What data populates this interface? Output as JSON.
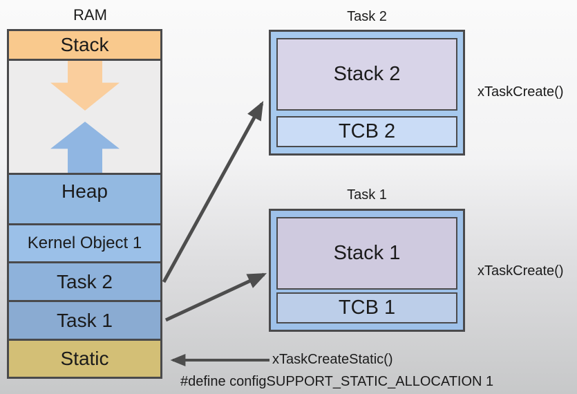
{
  "ram": {
    "title": "RAM",
    "sections": {
      "stack": {
        "label": "Stack",
        "color": "#f9c98d"
      },
      "free": {
        "color": "#edecec"
      },
      "heap": {
        "label": "Heap",
        "color": "#93b9e1"
      },
      "kernel_object_1": {
        "label": "Kernel Object 1",
        "color": "#9bc0e8"
      },
      "task_2": {
        "label": "Task 2",
        "color": "#8eb2db"
      },
      "task_1": {
        "label": "Task 1",
        "color": "#8aabd2"
      },
      "static": {
        "label": "Static",
        "color": "#d3bf76"
      }
    },
    "growth_arrows": {
      "stack_down_color": "#face9d",
      "heap_up_color": "#90b6e2"
    }
  },
  "task_cards": {
    "task2": {
      "title": "Task 2",
      "outer_color": "#a6c9ee",
      "stack": {
        "label": "Stack 2",
        "color": "#d8d4e8"
      },
      "tcb": {
        "label": "TCB 2",
        "color": "#cadcf6"
      },
      "api_label": "xTaskCreate()"
    },
    "task1": {
      "title": "Task 1",
      "outer_color": "#9ec1e9",
      "stack": {
        "label": "Stack 1",
        "color": "#cfcadf"
      },
      "tcb": {
        "label": "TCB 1",
        "color": "#bccee9"
      },
      "api_label": "xTaskCreate()"
    }
  },
  "static_allocation": {
    "api_label": "xTaskCreateStatic()",
    "define_text": "#define configSUPPORT_STATIC_ALLOCATION 1"
  },
  "connector": {
    "color": "#4d4d4d"
  },
  "border_color": "#4a4a4c"
}
